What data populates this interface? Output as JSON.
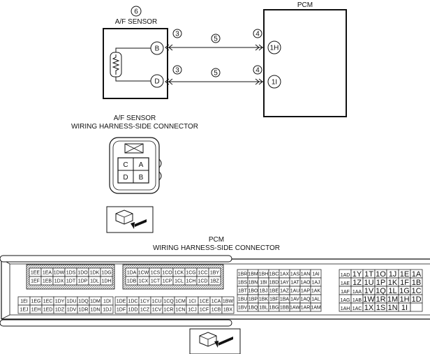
{
  "schematic": {
    "sensor_circle_num": "6",
    "sensor_label": "A/F SENSOR",
    "pcm_label": "PCM",
    "wires": [
      {
        "left_pin": "B",
        "right_pin": "1H",
        "num_left": "3",
        "num_mid": "5",
        "num_right": "4"
      },
      {
        "left_pin": "D",
        "right_pin": "1I",
        "num_left": "3",
        "num_mid": "5",
        "num_right": "4"
      }
    ]
  },
  "sensor_connector": {
    "title_line1": "A/F SENSOR",
    "title_line2": "WIRING HARNESS-SIDE CONNECTOR",
    "pins": [
      [
        "C",
        "A"
      ],
      [
        "D",
        "B"
      ]
    ]
  },
  "pcm_connector": {
    "title_line1": "PCM",
    "title_line2": "WIRING HARNESS-SIDE CONNECTOR",
    "block1": {
      "top": [
        [
          "1EE",
          "1EA",
          "1DW",
          "1DS",
          "1DO",
          "1DK",
          "1DG"
        ],
        [
          "1EF",
          "1EB",
          "1DX",
          "1DT",
          "1DP",
          "1DL",
          "1DH"
        ]
      ],
      "bottom": [
        [
          "1EI",
          "1EG",
          "1EC",
          "1DY",
          "1DU",
          "1DQ",
          "1DM",
          "1DI"
        ],
        [
          "1EJ",
          "1EH",
          "1ED",
          "1DZ",
          "1DV",
          "1DR",
          "1DN",
          "1DJ"
        ]
      ]
    },
    "block2": {
      "top": [
        [
          "1DA",
          "1CW",
          "1CS",
          "1CO",
          "1CK",
          "1CG",
          "1CC",
          "1BY"
        ],
        [
          "1DB",
          "1CX",
          "1CT",
          "1CP",
          "1CL",
          "1CH",
          "1CD",
          "1BZ"
        ]
      ],
      "bottom": [
        [
          "1DE",
          "1DC",
          "1CY",
          "1CU",
          "1CQ",
          "1CM",
          "1CI",
          "1CE",
          "1CA",
          "1BW"
        ],
        [
          "1DF",
          "1DD",
          "1CZ",
          "1CV",
          "1CR",
          "1CN",
          "1CJ",
          "1CF",
          "1CB",
          "1BX"
        ]
      ]
    },
    "block3": [
      [
        "1BR",
        "1BM",
        "1BH",
        "1BC",
        "1AX",
        "1AS",
        "1AN",
        "1AI"
      ],
      [
        "1BS",
        "1BN",
        "1BI",
        "1BD",
        "1AY",
        "1AT",
        "1AO",
        "1AJ"
      ],
      [
        "1BT",
        "1BO",
        "1BJ",
        "1BE",
        "1AZ",
        "1AU",
        "1AP",
        "1AK"
      ],
      [
        "1BU",
        "1BP",
        "1BK",
        "1BF",
        "1BA",
        "1AV",
        "1AQ",
        "1AL"
      ],
      [
        "1BV",
        "1BQ",
        "1BL",
        "1BG",
        "1BB",
        "1AW",
        "1AR",
        "1AM"
      ]
    ],
    "block4": [
      [
        "1AD",
        "1Y",
        "1T",
        "1O",
        "1J",
        "1E",
        "1A"
      ],
      [
        "1AE",
        "1Z",
        "1U",
        "1P",
        "1K",
        "1F",
        "1B"
      ],
      [
        "1AF",
        "1AA",
        "1V",
        "1Q",
        "1L",
        "1G",
        "1C"
      ],
      [
        "1AG",
        "1AB",
        "1W",
        "1R",
        "1M",
        "1H",
        "1D"
      ],
      [
        "1AH",
        "1AC",
        "1X",
        "1S",
        "1N",
        "1I",
        ""
      ]
    ]
  }
}
